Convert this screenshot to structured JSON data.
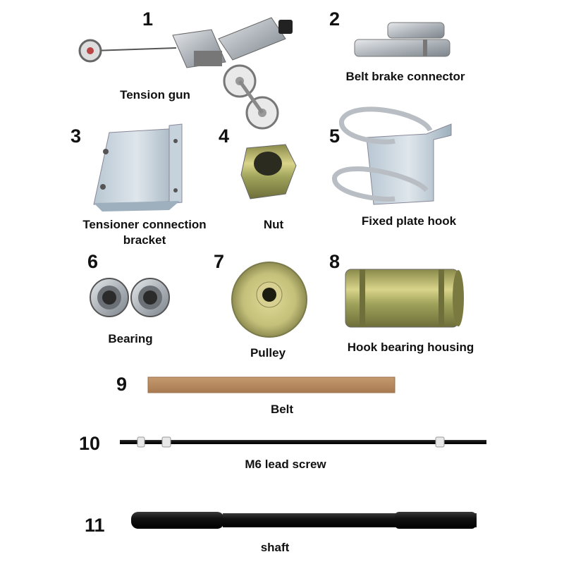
{
  "parts": [
    {
      "number": "1",
      "label": "Tension gun"
    },
    {
      "number": "2",
      "label": "Belt brake connector"
    },
    {
      "number": "3",
      "label": "Tensioner connection",
      "label_line2": "bracket"
    },
    {
      "number": "4",
      "label": "Nut"
    },
    {
      "number": "5",
      "label": "Fixed plate hook"
    },
    {
      "number": "6",
      "label": "Bearing"
    },
    {
      "number": "7",
      "label": "Pulley"
    },
    {
      "number": "8",
      "label": "Hook bearing housing"
    },
    {
      "number": "9",
      "label": "Belt"
    },
    {
      "number": "10",
      "label": "M6 lead screw"
    },
    {
      "number": "11",
      "label": "shaft"
    }
  ]
}
